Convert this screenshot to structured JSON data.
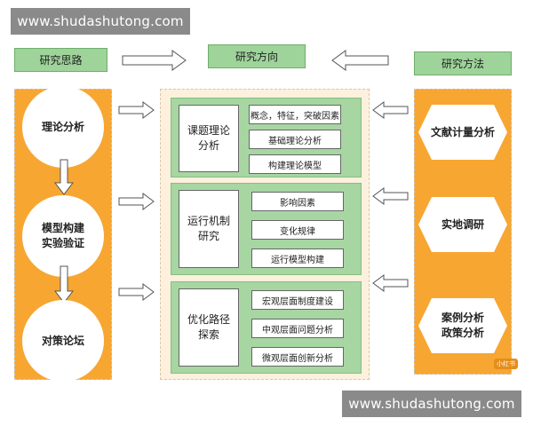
{
  "watermark": {
    "top": "www.shudashutong.com",
    "bottom": "www.shudashutong.com"
  },
  "headers": {
    "left": "研究思路",
    "center": "研究方向",
    "right": "研究方法"
  },
  "left_steps": [
    "理论分析",
    "模型构建\n实验验证",
    "对策论坛"
  ],
  "right_methods": [
    "文献计量分析",
    "实地调研",
    "案例分析\n政策分析"
  ],
  "sections": [
    {
      "title": "课题理论分析",
      "items": [
        "概念，特征，突破因素",
        "基础理论分析",
        "构建理论模型"
      ]
    },
    {
      "title": "运行机制研究",
      "items": [
        "影响因素",
        "变化规律",
        "运行模型构建"
      ]
    },
    {
      "title": "优化路径探索",
      "items": [
        "宏观层面制度建设",
        "中观层面问题分析",
        "微观层面创新分析"
      ]
    }
  ],
  "corner_badge": "小红书",
  "colors": {
    "orange": "#f7a632",
    "green": "#a7d6a2",
    "header_green": "#9ed39a",
    "center_bg": "#fdf1de"
  }
}
